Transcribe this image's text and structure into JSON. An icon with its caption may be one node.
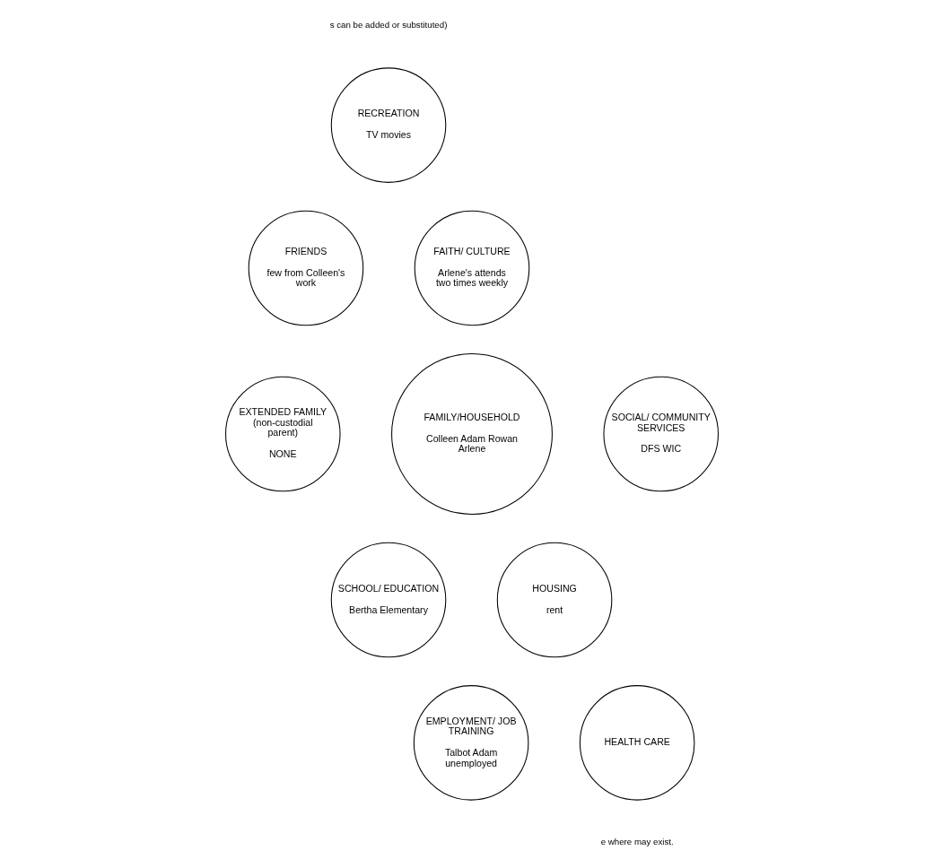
{
  "diagram": {
    "nodes": [
      {
        "text": [
          "RECREATION",
          "TV movies"
        ]
      },
      {
        "text": [
          "FRIENDS",
          "few from Colleen's work"
        ]
      },
      {
        "text": [
          "FAITH/ CULTURE",
          "Arlene's attends two times weekly"
        ]
      },
      {
        "text": [
          "EXTENDED FAMILY (non-custodial parent)",
          "NONE"
        ]
      },
      {
        "text": [
          "FAMILY/HOUSEHOLD",
          "Colleen Adam Rowan Arlene"
        ]
      },
      {
        "text": [
          "SOCIAL/ COMMUNITY SERVICES",
          "DFS WIC"
        ]
      },
      {
        "text": [
          "SCHOOL/ EDUCATION",
          "Bertha Elementary"
        ]
      },
      {
        "text": [
          "HOUSING",
          "rent"
        ]
      },
      {
        "text": [
          "EMPLOYMENT/ JOB TRAINING",
          "Talbot Adam unemployed"
        ]
      },
      {
        "text": [
          "HEALTH CARE"
        ]
      }
    ],
    "edges": [],
    "labels": [
      "s can be added or substituted)",
      "e where may exist."
    ]
  }
}
